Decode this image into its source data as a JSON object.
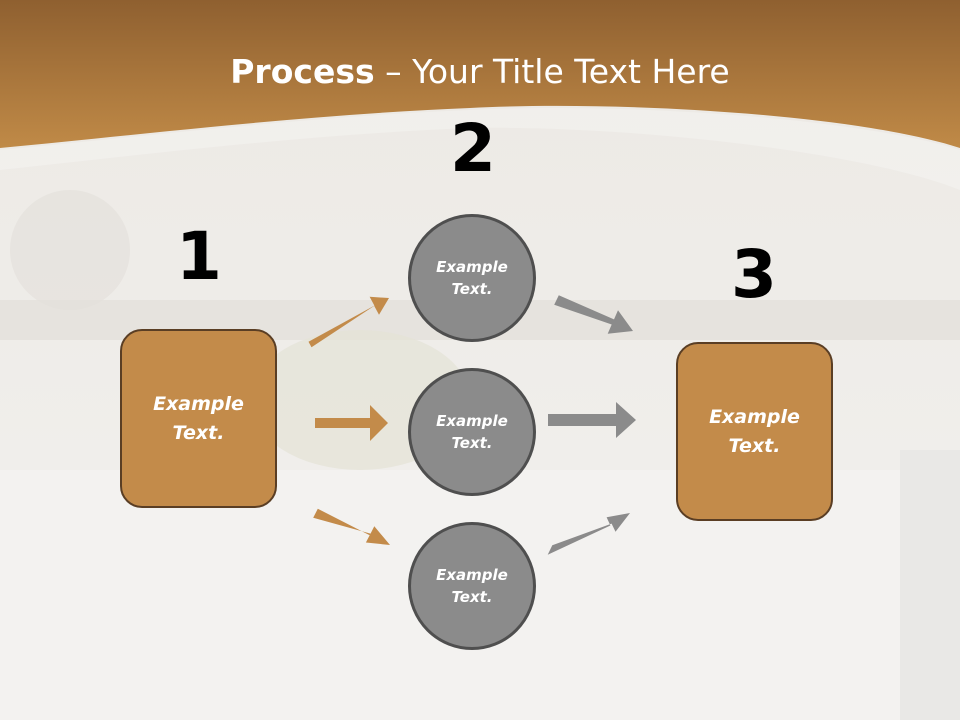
{
  "title": {
    "bold": "Process",
    "rest": " – Your Title Text Here"
  },
  "steps": [
    {
      "number": "1",
      "text": "Example\nText."
    },
    {
      "number": "2",
      "text": "Example\nText."
    },
    {
      "number": "3",
      "text": "Example\nText."
    }
  ],
  "circles": [
    {
      "text": "Example\nText."
    },
    {
      "text": "Example\nText."
    },
    {
      "text": "Example\nText."
    }
  ],
  "colors": {
    "header": "#b9833f",
    "box_fill": "#c38b4a",
    "circle_fill": "#8b8b8b",
    "orange_arrow": "#c38b4a",
    "gray_arrow": "#8b8b8b"
  }
}
